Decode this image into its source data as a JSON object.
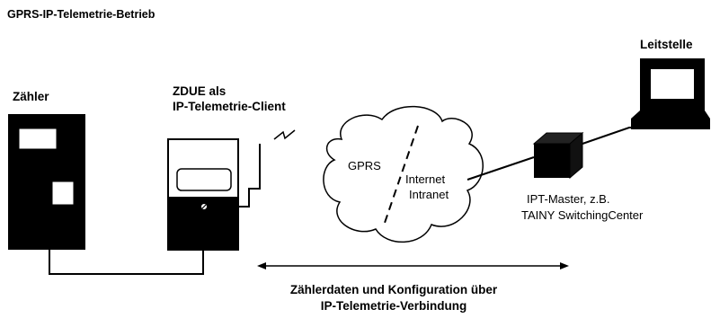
{
  "title": "GPRS-IP-Telemetrie-Betrieb",
  "labels": {
    "meter": "Zähler",
    "zdue_line1": "ZDUE als",
    "zdue_line2": "IP-Telemetrie-Client",
    "control_center": "Leitstelle",
    "gprs": "GPRS",
    "internet": "Internet",
    "intranet": "Intranet",
    "ipt_master_line1": "IPT-Master, z.B.",
    "ipt_master_line2": "TAINY SwitchingCenter",
    "caption_line1": "Zählerdaten und Konfiguration über",
    "caption_line2": "IP-Telemetrie-Verbindung"
  },
  "icons": [
    "meter-device",
    "zdue-modem",
    "antenna",
    "radio-signal",
    "network-cloud",
    "ipt-master-server",
    "control-center-monitor"
  ]
}
